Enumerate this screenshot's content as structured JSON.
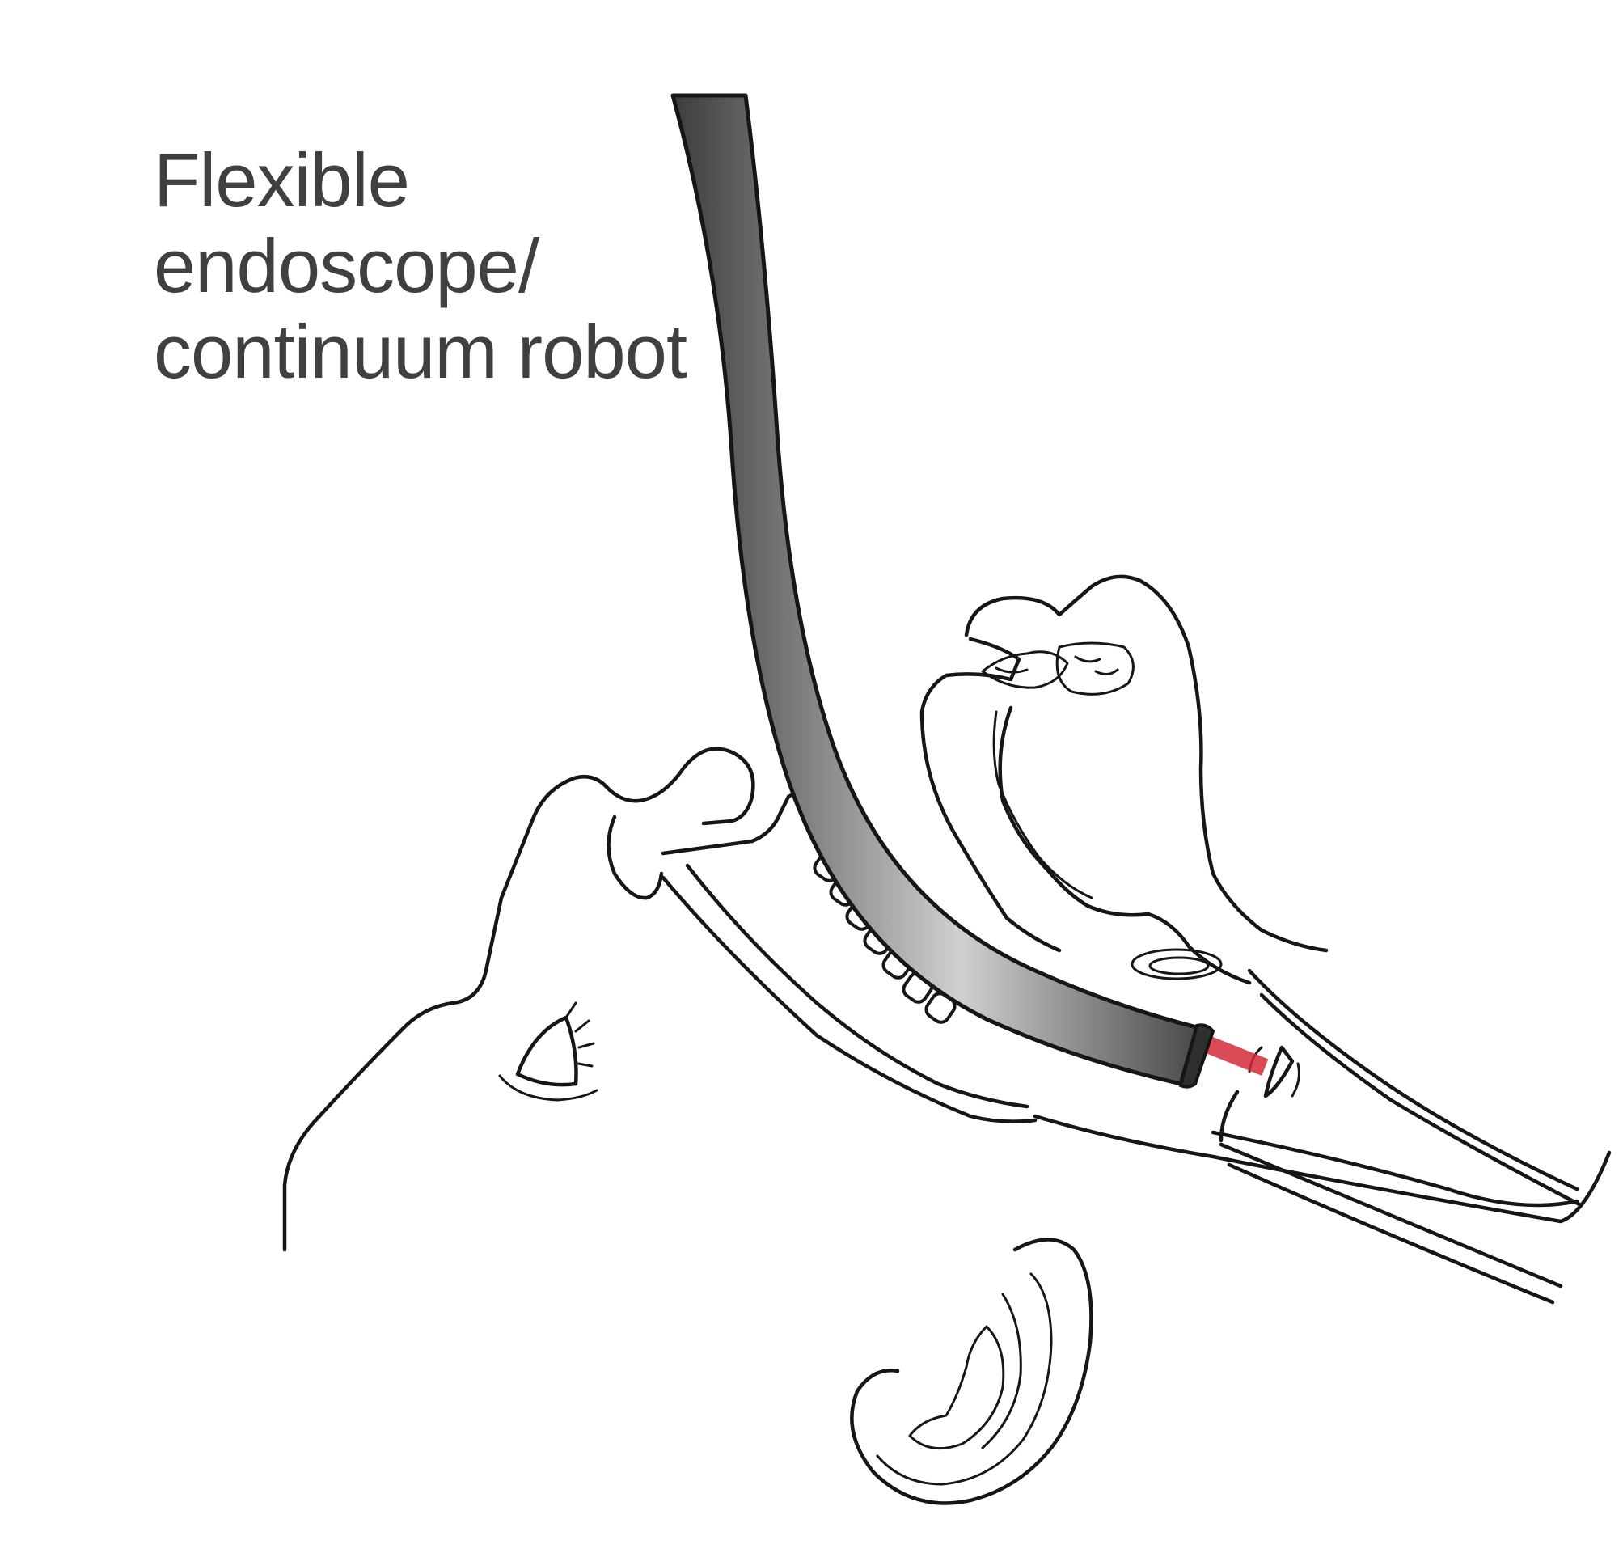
{
  "label": {
    "line1": "Flexible",
    "line2": "endoscope/",
    "line3": "continuum robot"
  },
  "colors": {
    "background": "#ffffff",
    "outline": "#161616",
    "label_text": "#404040",
    "endoscope_dark": "#3a3a3a",
    "endoscope_light": "#c8c8c8",
    "laser": "#d42a3a"
  }
}
